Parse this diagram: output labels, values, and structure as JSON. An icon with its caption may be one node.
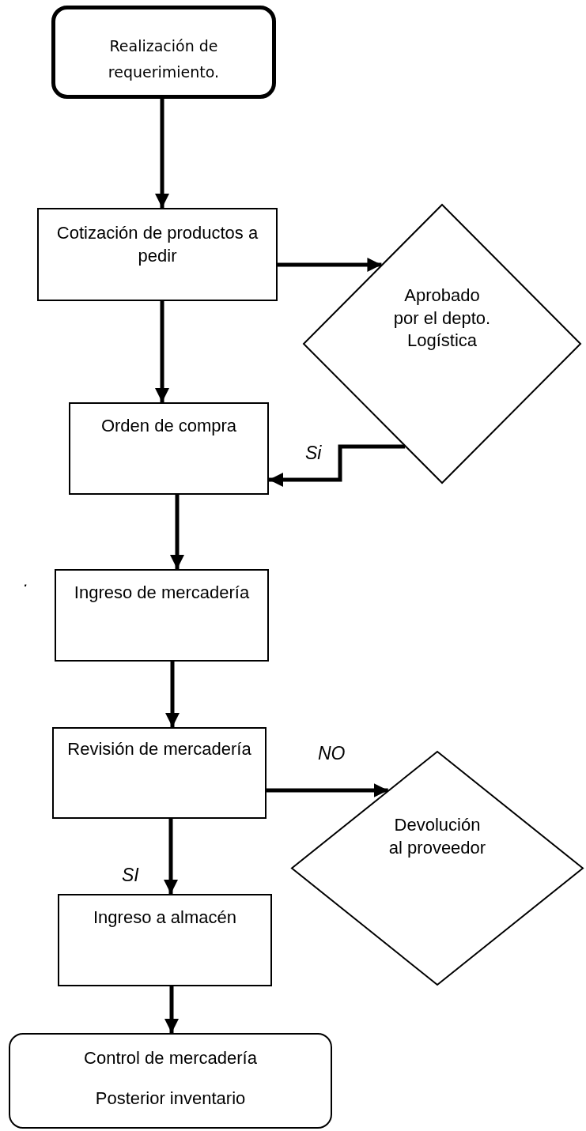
{
  "diagram": {
    "nodes": [
      {
        "text": [
          "Realización de requerimiento."
        ]
      },
      {
        "text": [
          "Cotización de productos a pedir"
        ]
      },
      {
        "text": [
          "Aprobado por el depto. Logística"
        ]
      },
      {
        "text": [
          "Orden de compra"
        ]
      },
      {
        "text": [
          "Ingreso de mercadería"
        ]
      },
      {
        "text": [
          "Revisión de mercadería"
        ]
      },
      {
        "text": [
          "Devolución al proveedor"
        ]
      },
      {
        "text": [
          "Ingreso a almacén"
        ]
      },
      {
        "text": [
          "Control de mercadería",
          "Posterior inventario"
        ]
      }
    ],
    "edges": [
      {
        "from": 0,
        "to": 1,
        "arrow": "to"
      },
      {
        "from": 1,
        "to": 2,
        "arrow": "to"
      },
      {
        "from": 1,
        "to": 3,
        "arrow": "to"
      },
      {
        "from": 2,
        "to": 3,
        "arrow": "to",
        "label": "Si"
      },
      {
        "from": 3,
        "to": 4,
        "arrow": "to"
      },
      {
        "from": 4,
        "to": 5,
        "arrow": "to"
      },
      {
        "from": 5,
        "to": 6,
        "arrow": "to",
        "label": "NO"
      },
      {
        "from": 5,
        "to": 7,
        "arrow": "to",
        "label": "SI"
      },
      {
        "from": 7,
        "to": 8,
        "arrow": "to"
      }
    ],
    "labels": [
      "."
    ]
  }
}
